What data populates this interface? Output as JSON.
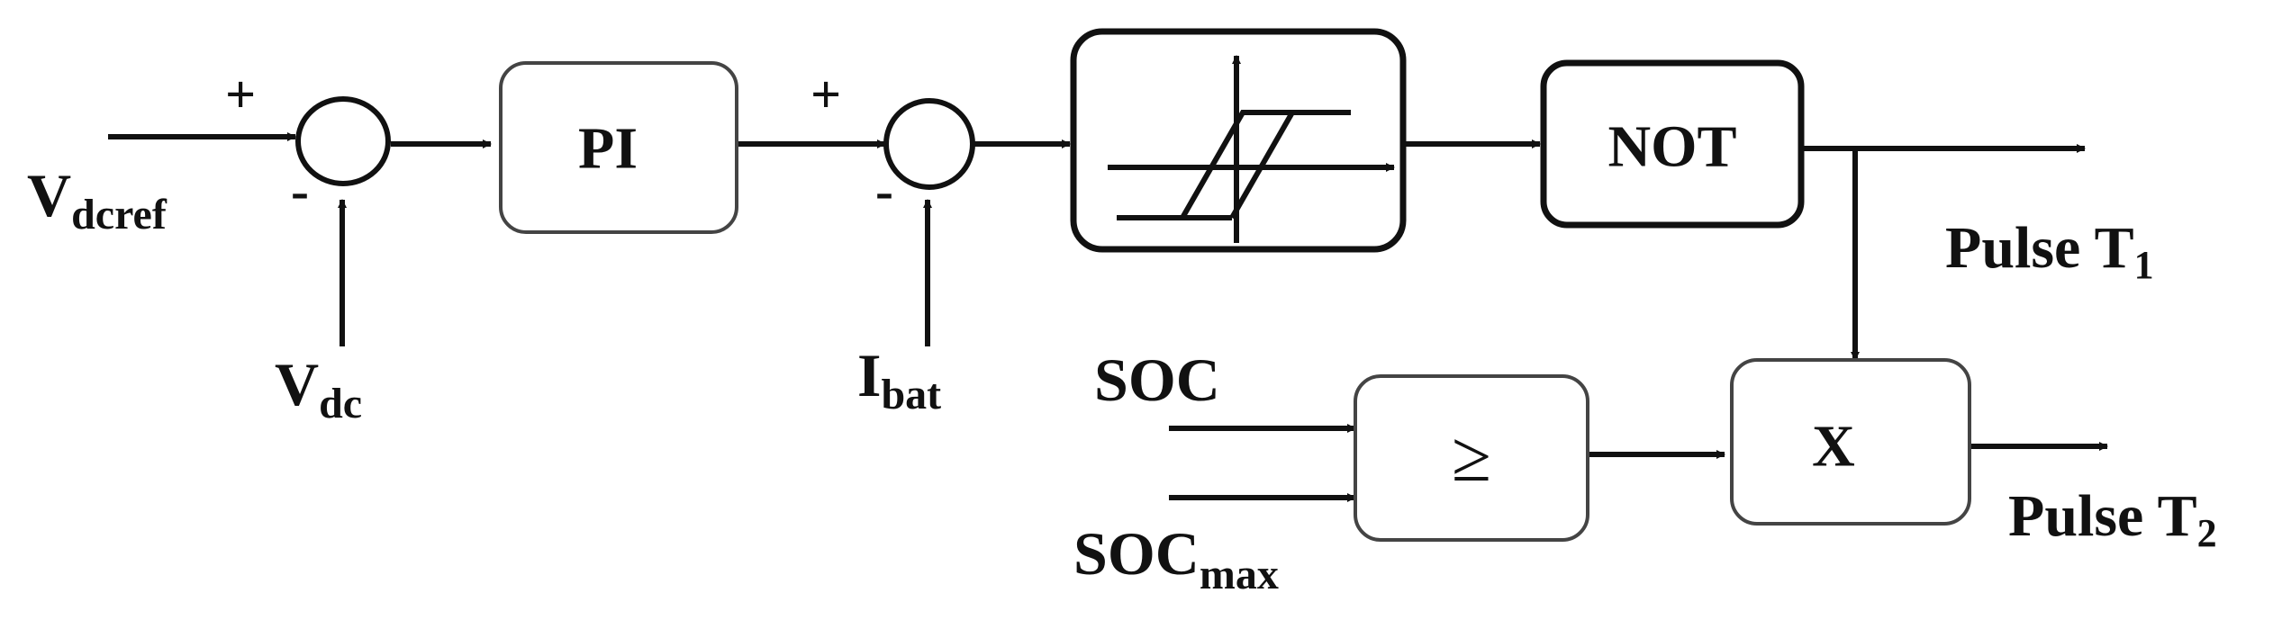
{
  "inputs": {
    "vdcref": {
      "main": "V",
      "sub": "dcref"
    },
    "vdc": {
      "main": "V",
      "sub": "dc"
    },
    "ibat": {
      "main": "I",
      "sub": "bat"
    },
    "soc": "SOC",
    "socmax": {
      "main": "SOC",
      "sub": "max"
    }
  },
  "blocks": {
    "pi": "PI",
    "not": "NOT",
    "compare": "≥",
    "multiply": "X"
  },
  "summing_junctions": {
    "sum1": {
      "plus": "+",
      "minus": "-"
    },
    "sum2": {
      "plus": "+",
      "minus": "-"
    }
  },
  "outputs": {
    "pulse_t1": {
      "main": "Pulse T",
      "sub": "1"
    },
    "pulse_t2": {
      "main": "Pulse T",
      "sub": "2"
    }
  },
  "colors": {
    "line": "#111111",
    "block_border": "#444444",
    "background": "#ffffff"
  }
}
